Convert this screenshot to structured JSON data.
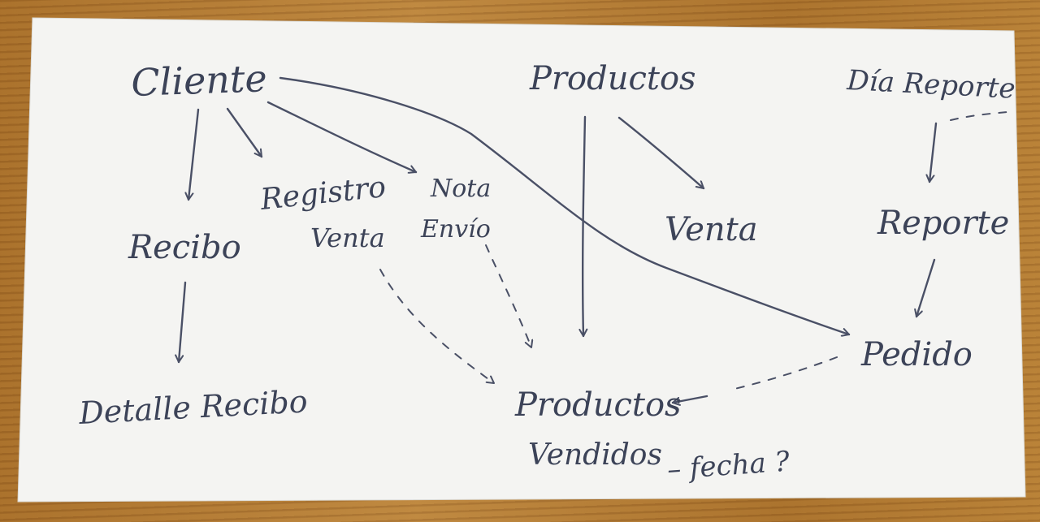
{
  "colors": {
    "paper": "#f4f4f2",
    "ink": "#3c4358",
    "table": "#b07a32"
  },
  "nodes": {
    "cliente": "Cliente",
    "productos": "Productos",
    "dia_reporte": "Día Reporte",
    "recibo": "Recibo",
    "registro_venta_line1": "Registro",
    "registro_venta_line2": "Venta",
    "nota_envio_line1": "Nota",
    "nota_envio_line2": "Envío",
    "venta": "Venta",
    "reporte": "Reporte",
    "pedido": "Pedido",
    "detalle_recibo": "Detalle Recibo",
    "productos_vendidos_line1": "Productos",
    "productos_vendidos_line2": "Vendidos"
  },
  "annotations": {
    "fecha_note": "– fecha ?"
  }
}
